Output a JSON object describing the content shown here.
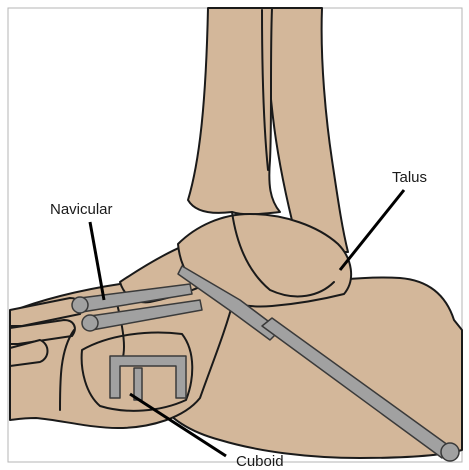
{
  "colors": {
    "bone": "#d3b79a",
    "metal": "#a1a1a1",
    "outline": "#1a1a1a",
    "frame": "#b5b5b5"
  },
  "labels": {
    "talus": "Talus",
    "navicular": "Navicular",
    "cuboid": "Cuboid"
  }
}
